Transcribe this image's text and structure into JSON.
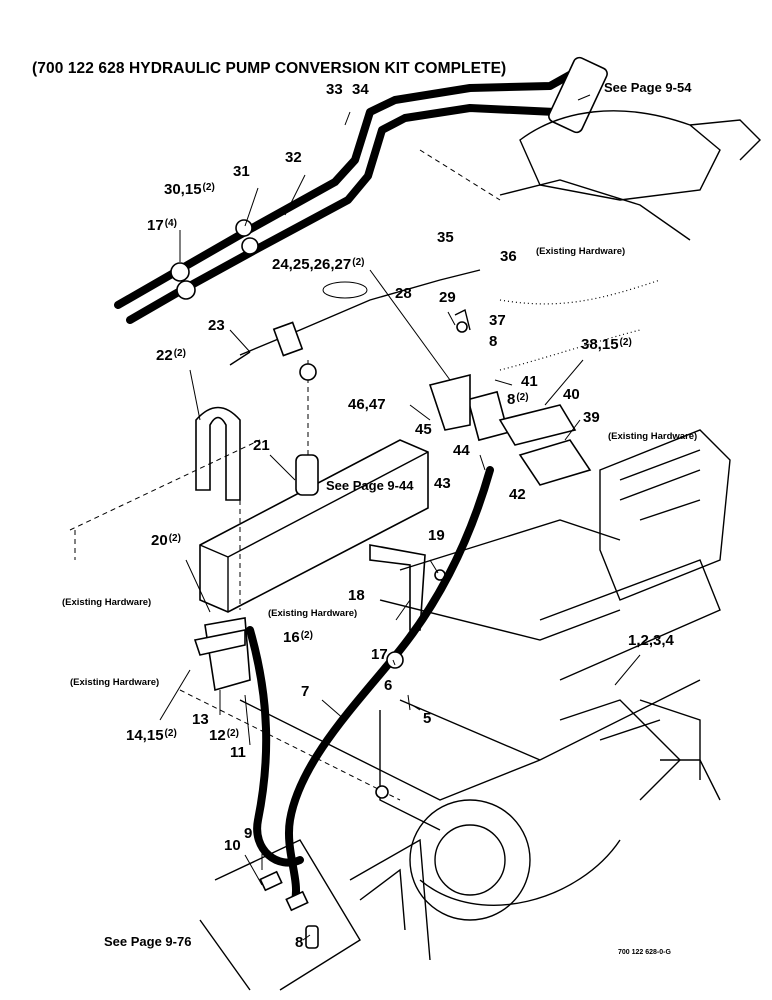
{
  "title": "(700 122 628 HYDRAULIC PUMP CONVERSION KIT COMPLETE)",
  "page_refs": {
    "top_right": "See Page 9-54",
    "reservoir": "See Page 9-44",
    "bottom_left": "See Page 9-76"
  },
  "existing_hardware": "(Existing Hardware)",
  "footer_code": "700 122 628-0-G",
  "callouts": [
    {
      "id": "c33",
      "text": "33",
      "qty": ""
    },
    {
      "id": "c34",
      "text": "34",
      "qty": ""
    },
    {
      "id": "c31",
      "text": "31",
      "qty": ""
    },
    {
      "id": "c32",
      "text": "32",
      "qty": ""
    },
    {
      "id": "c30",
      "text": "30,15",
      "qty": "(2)"
    },
    {
      "id": "c17a",
      "text": "17",
      "qty": "(4)"
    },
    {
      "id": "c35",
      "text": "35",
      "qty": ""
    },
    {
      "id": "c36",
      "text": "36",
      "qty": ""
    },
    {
      "id": "c24",
      "text": "24,25,26,27",
      "qty": "(2)"
    },
    {
      "id": "c28",
      "text": "28",
      "qty": ""
    },
    {
      "id": "c29",
      "text": "29",
      "qty": ""
    },
    {
      "id": "c37",
      "text": "37",
      "qty": ""
    },
    {
      "id": "c23",
      "text": "23",
      "qty": ""
    },
    {
      "id": "c8a",
      "text": "8",
      "qty": ""
    },
    {
      "id": "c38",
      "text": "38,15",
      "qty": "(2)"
    },
    {
      "id": "c22",
      "text": "22",
      "qty": "(2)"
    },
    {
      "id": "c41",
      "text": "41",
      "qty": ""
    },
    {
      "id": "c8b",
      "text": "8",
      "qty": "(2)"
    },
    {
      "id": "c40",
      "text": "40",
      "qty": ""
    },
    {
      "id": "c46",
      "text": "46,47",
      "qty": ""
    },
    {
      "id": "c39",
      "text": "39",
      "qty": ""
    },
    {
      "id": "c45",
      "text": "45",
      "qty": ""
    },
    {
      "id": "c44",
      "text": "44",
      "qty": ""
    },
    {
      "id": "c21",
      "text": "21",
      "qty": ""
    },
    {
      "id": "c43",
      "text": "43",
      "qty": ""
    },
    {
      "id": "c42",
      "text": "42",
      "qty": ""
    },
    {
      "id": "c19",
      "text": "19",
      "qty": ""
    },
    {
      "id": "c20",
      "text": "20",
      "qty": "(2)"
    },
    {
      "id": "c18",
      "text": "18",
      "qty": ""
    },
    {
      "id": "c16",
      "text": "16",
      "qty": "(2)"
    },
    {
      "id": "c1",
      "text": "1,2,3,4",
      "qty": ""
    },
    {
      "id": "c17b",
      "text": "17",
      "qty": ""
    },
    {
      "id": "c6",
      "text": "6",
      "qty": ""
    },
    {
      "id": "c7",
      "text": "7",
      "qty": ""
    },
    {
      "id": "c5",
      "text": "5",
      "qty": ""
    },
    {
      "id": "c13",
      "text": "13",
      "qty": ""
    },
    {
      "id": "c14",
      "text": "14,15",
      "qty": "(2)"
    },
    {
      "id": "c12",
      "text": "12",
      "qty": "(2)"
    },
    {
      "id": "c11",
      "text": "11",
      "qty": ""
    },
    {
      "id": "c9",
      "text": "9",
      "qty": ""
    },
    {
      "id": "c10",
      "text": "10",
      "qty": ""
    },
    {
      "id": "c8c",
      "text": "8",
      "qty": ""
    }
  ]
}
